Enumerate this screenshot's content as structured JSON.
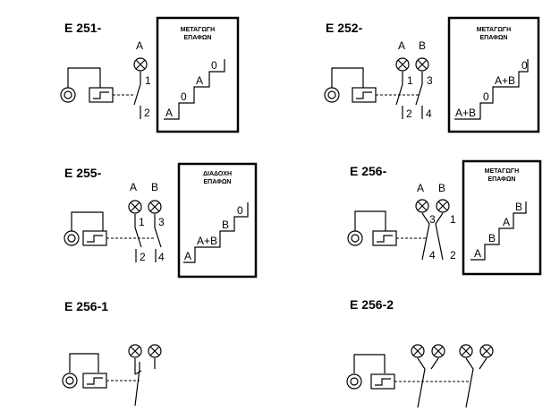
{
  "diagrams": [
    {
      "title": "E 251-",
      "lamps": [
        "A"
      ],
      "terminals": [
        "1",
        "2"
      ],
      "box": {
        "header1": "ΜΕΤΑΓΩΓΗ",
        "header2": "ΕΠΑΦΩΝ",
        "steps": [
          "A",
          "0",
          "A",
          "0"
        ]
      }
    },
    {
      "title": "E 252-",
      "lamps": [
        "A",
        "B"
      ],
      "terminals": [
        "1",
        "2",
        "3",
        "4"
      ],
      "box": {
        "header1": "ΜΕΤΑΓΩΓΗ",
        "header2": "ΕΠΑΦΩΝ",
        "steps": [
          "A+B",
          "0",
          "A+B",
          "0"
        ]
      }
    },
    {
      "title": "E 255-",
      "lamps": [
        "A",
        "B"
      ],
      "terminals": [
        "1",
        "2",
        "3",
        "4"
      ],
      "box": {
        "header1": "ΔΙΑΔΟΧΗ",
        "header2": "ΕΠΑΦΩΝ",
        "steps": [
          "A",
          "A+B",
          "B",
          "0"
        ]
      }
    },
    {
      "title": "E 256-",
      "lamps": [
        "A",
        "B"
      ],
      "terminals": [
        "3",
        "1",
        "4",
        "2"
      ],
      "box": {
        "header1": "ΜΕΤΑΓΩΓΗ",
        "header2": "ΕΠΑΦΩΝ",
        "steps": [
          "A",
          "B",
          "A",
          "B"
        ]
      }
    },
    {
      "title": "E 256-1"
    },
    {
      "title": "E 256-2"
    }
  ]
}
